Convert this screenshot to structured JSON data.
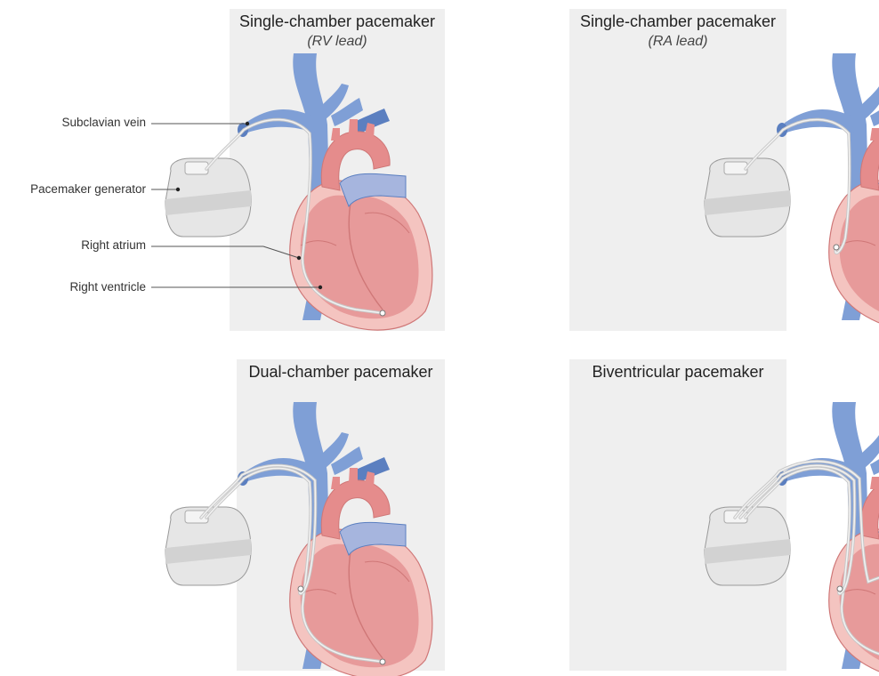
{
  "panels": [
    {
      "title": "Single-chamber pacemaker",
      "subtitle": "(RV lead)",
      "leads": "rv"
    },
    {
      "title": "Single-chamber pacemaker",
      "subtitle": "(RA lead)",
      "leads": "ra"
    },
    {
      "title": "Dual-chamber pacemaker",
      "subtitle": "",
      "leads": "dual"
    },
    {
      "title": "Biventricular pacemaker",
      "subtitle": "",
      "leads": "biv"
    }
  ],
  "callouts": {
    "subclavian_vein": "Subclavian vein",
    "pacemaker_generator": "Pacemaker generator",
    "right_atrium": "Right atrium",
    "right_ventricle": "Right ventricle"
  },
  "colors": {
    "vein": "#7f9fd6",
    "vein_dark": "#5b7fc0",
    "heart": "#e79a9a",
    "heart_dark": "#cf7777",
    "heart_light": "#f4c4c0",
    "aorta": "#e58c8c",
    "device": "#e6e6e6",
    "lead": "#d9d9d9",
    "panel_bg": "#efefef"
  }
}
